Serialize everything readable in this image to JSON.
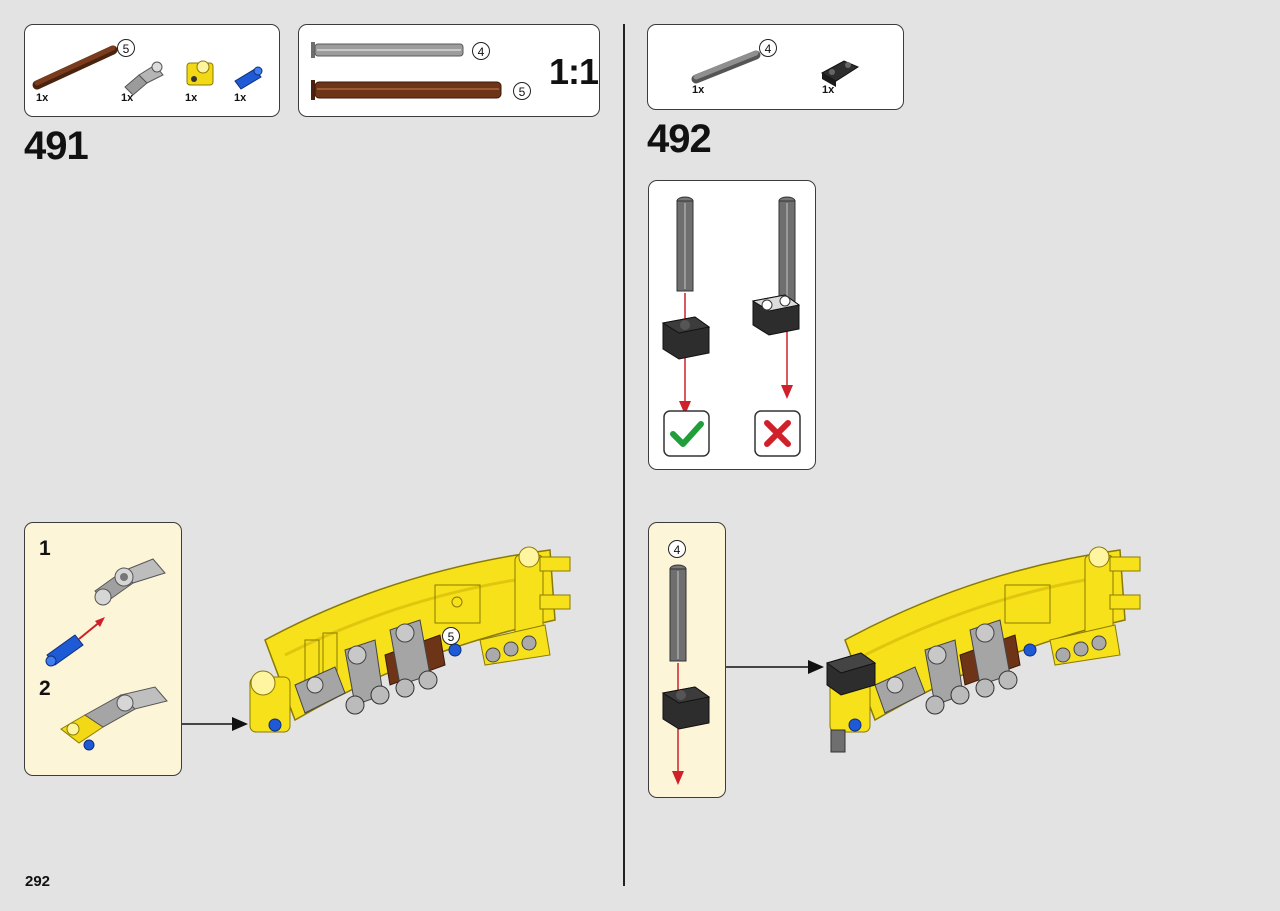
{
  "page": {
    "number": "292"
  },
  "steps": [
    {
      "number": "491",
      "parts": [
        {
          "name": "brown-axle",
          "qty": "1x",
          "length": "5"
        },
        {
          "name": "gray-angled-connector",
          "qty": "1x"
        },
        {
          "name": "yellow-cross-block",
          "qty": "1x"
        },
        {
          "name": "blue-pin",
          "qty": "1x"
        }
      ],
      "scale_guide": {
        "label": "1:1",
        "items": [
          {
            "name": "gray-axle",
            "length": "4"
          },
          {
            "name": "brown-axle",
            "length": "5"
          }
        ]
      },
      "substeps": [
        "1",
        "2"
      ],
      "callout": "5"
    },
    {
      "number": "492",
      "parts": [
        {
          "name": "gray-axle",
          "qty": "1x",
          "length": "4"
        },
        {
          "name": "black-liftarm",
          "qty": "1x"
        }
      ],
      "sub_callout": "4"
    }
  ],
  "colors": {
    "yellow": "#f7e11b",
    "gray": "#a8a8a8",
    "dark": "#2d2d2d",
    "brown": "#6e3418",
    "blue": "#1e5ad6",
    "red": "#d0202a",
    "green": "#1f9e3a",
    "cream": "#fdf5d7"
  },
  "icons": {
    "correct": "check-mark-icon",
    "incorrect": "cross-mark-icon"
  }
}
